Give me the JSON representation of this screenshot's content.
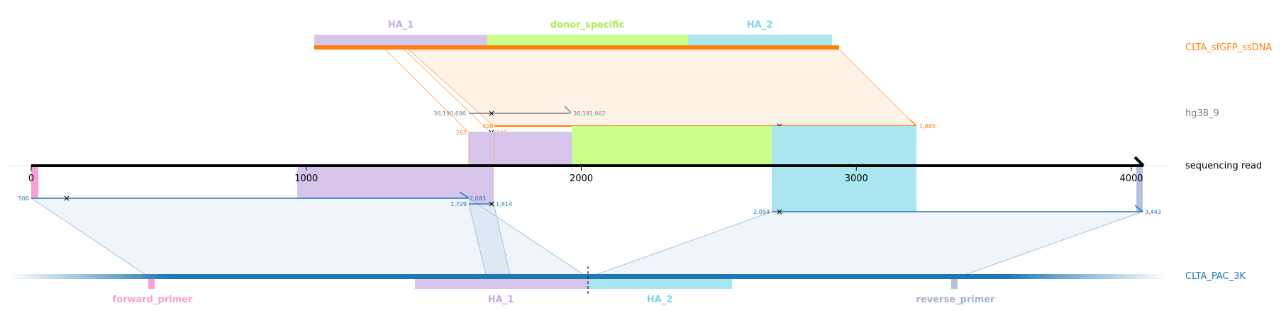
{
  "colors": {
    "donor": "#ff7f0e",
    "hg38": "#7f7f7f",
    "read": "#000000",
    "amplicon": "#1f77b4",
    "ha1": "#d6c4ea",
    "donor_specific": "#c7ff8a",
    "ha2": "#a9e6ef",
    "primer_forward": "#f7a1d2",
    "primer_reverse": "#b7c0e0"
  },
  "references": {
    "donor": "CLTA_sfGFP_ssDNA",
    "hg38": "hg38_9",
    "read": "sequencing read",
    "amplicon": "CLTA_PAC_3K"
  },
  "donor_features": {
    "ha1": "HA_1",
    "donor_specific": "donor_specific",
    "ha2": "HA_2"
  },
  "amplicon_features": {
    "forward_primer": "forward_primer",
    "ha1": "HA_1",
    "ha2": "HA_2",
    "reverse_primer": "reverse_primer"
  },
  "read_axis": {
    "ticks": [
      0,
      1000,
      2000,
      3000,
      4000
    ],
    "tick_labels": [
      "0",
      "1000",
      "2000",
      "3000",
      "4000"
    ],
    "length": 4060
  },
  "alignment_coordinates": {
    "hg38_start": "36,190,696",
    "hg38_end": "36,191,062",
    "donor_a_start": "263",
    "donor_a_end": "348",
    "donor_b_start": "406",
    "donor_b_end": "1,885",
    "amplicon_a_start": "500",
    "amplicon_a_end": "2,083",
    "amplicon_b_start": "1,729",
    "amplicon_b_end": "1,814",
    "amplicon_c_start": "2,094",
    "amplicon_c_end": "3,443"
  }
}
